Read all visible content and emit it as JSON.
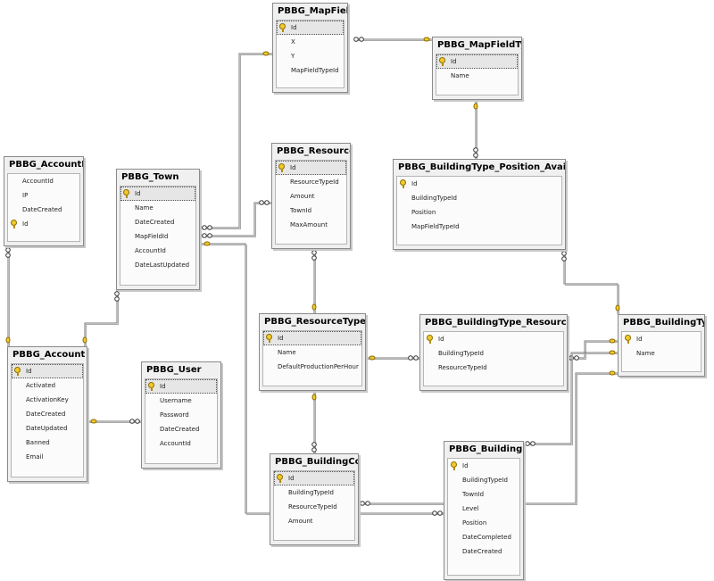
{
  "tables": {
    "mapfield": {
      "name": "PBBG_MapField",
      "columns": [
        "Id",
        "X",
        "Y",
        "MapFieldTypeId"
      ]
    },
    "mapfieldtype": {
      "name": "PBBG_MapFieldType",
      "columns": [
        "Id",
        "Name"
      ]
    },
    "accountip": {
      "name": "PBBG_AccountIP",
      "columns": [
        "AccountId",
        "IP",
        "DateCreated",
        "Id"
      ]
    },
    "town": {
      "name": "PBBG_Town",
      "columns": [
        "Id",
        "Name",
        "DateCreated",
        "MapFieldId",
        "AccountId",
        "DateLastUpdated"
      ]
    },
    "resource": {
      "name": "PBBG_Resource",
      "columns": [
        "Id",
        "ResourceTypeId",
        "Amount",
        "TownId",
        "MaxAmount"
      ]
    },
    "btpa": {
      "name": "PBBG_BuildingType_Position_Availability",
      "columns": [
        "Id",
        "BuildingTypeId",
        "Position",
        "MapFieldTypeId"
      ]
    },
    "account": {
      "name": "PBBG_Account",
      "columns": [
        "Id",
        "Activated",
        "ActivationKey",
        "DateCreated",
        "DateUpdated",
        "Banned",
        "Email"
      ]
    },
    "user": {
      "name": "PBBG_User",
      "columns": [
        "Id",
        "Username",
        "Password",
        "DateCreated",
        "AccountId"
      ]
    },
    "resourcetype": {
      "name": "PBBG_ResourceType",
      "columns": [
        "Id",
        "Name",
        "DefaultProductionPerHour"
      ]
    },
    "btrt": {
      "name": "PBBG_BuildingType_ResourceType",
      "columns": [
        "Id",
        "BuildingTypeId",
        "ResourceTypeId"
      ]
    },
    "buildingtype": {
      "name": "PBBG_BuildingType",
      "columns": [
        "Id",
        "Name"
      ]
    },
    "buildingcost": {
      "name": "PBBG_BuildingCost",
      "columns": [
        "Id",
        "BuildingTypeId",
        "ResourceTypeId",
        "Amount"
      ]
    },
    "building": {
      "name": "PBBG_Building",
      "columns": [
        "Id",
        "BuildingTypeId",
        "TownId",
        "Level",
        "Position",
        "DateCompleted",
        "DateCreated"
      ]
    }
  }
}
